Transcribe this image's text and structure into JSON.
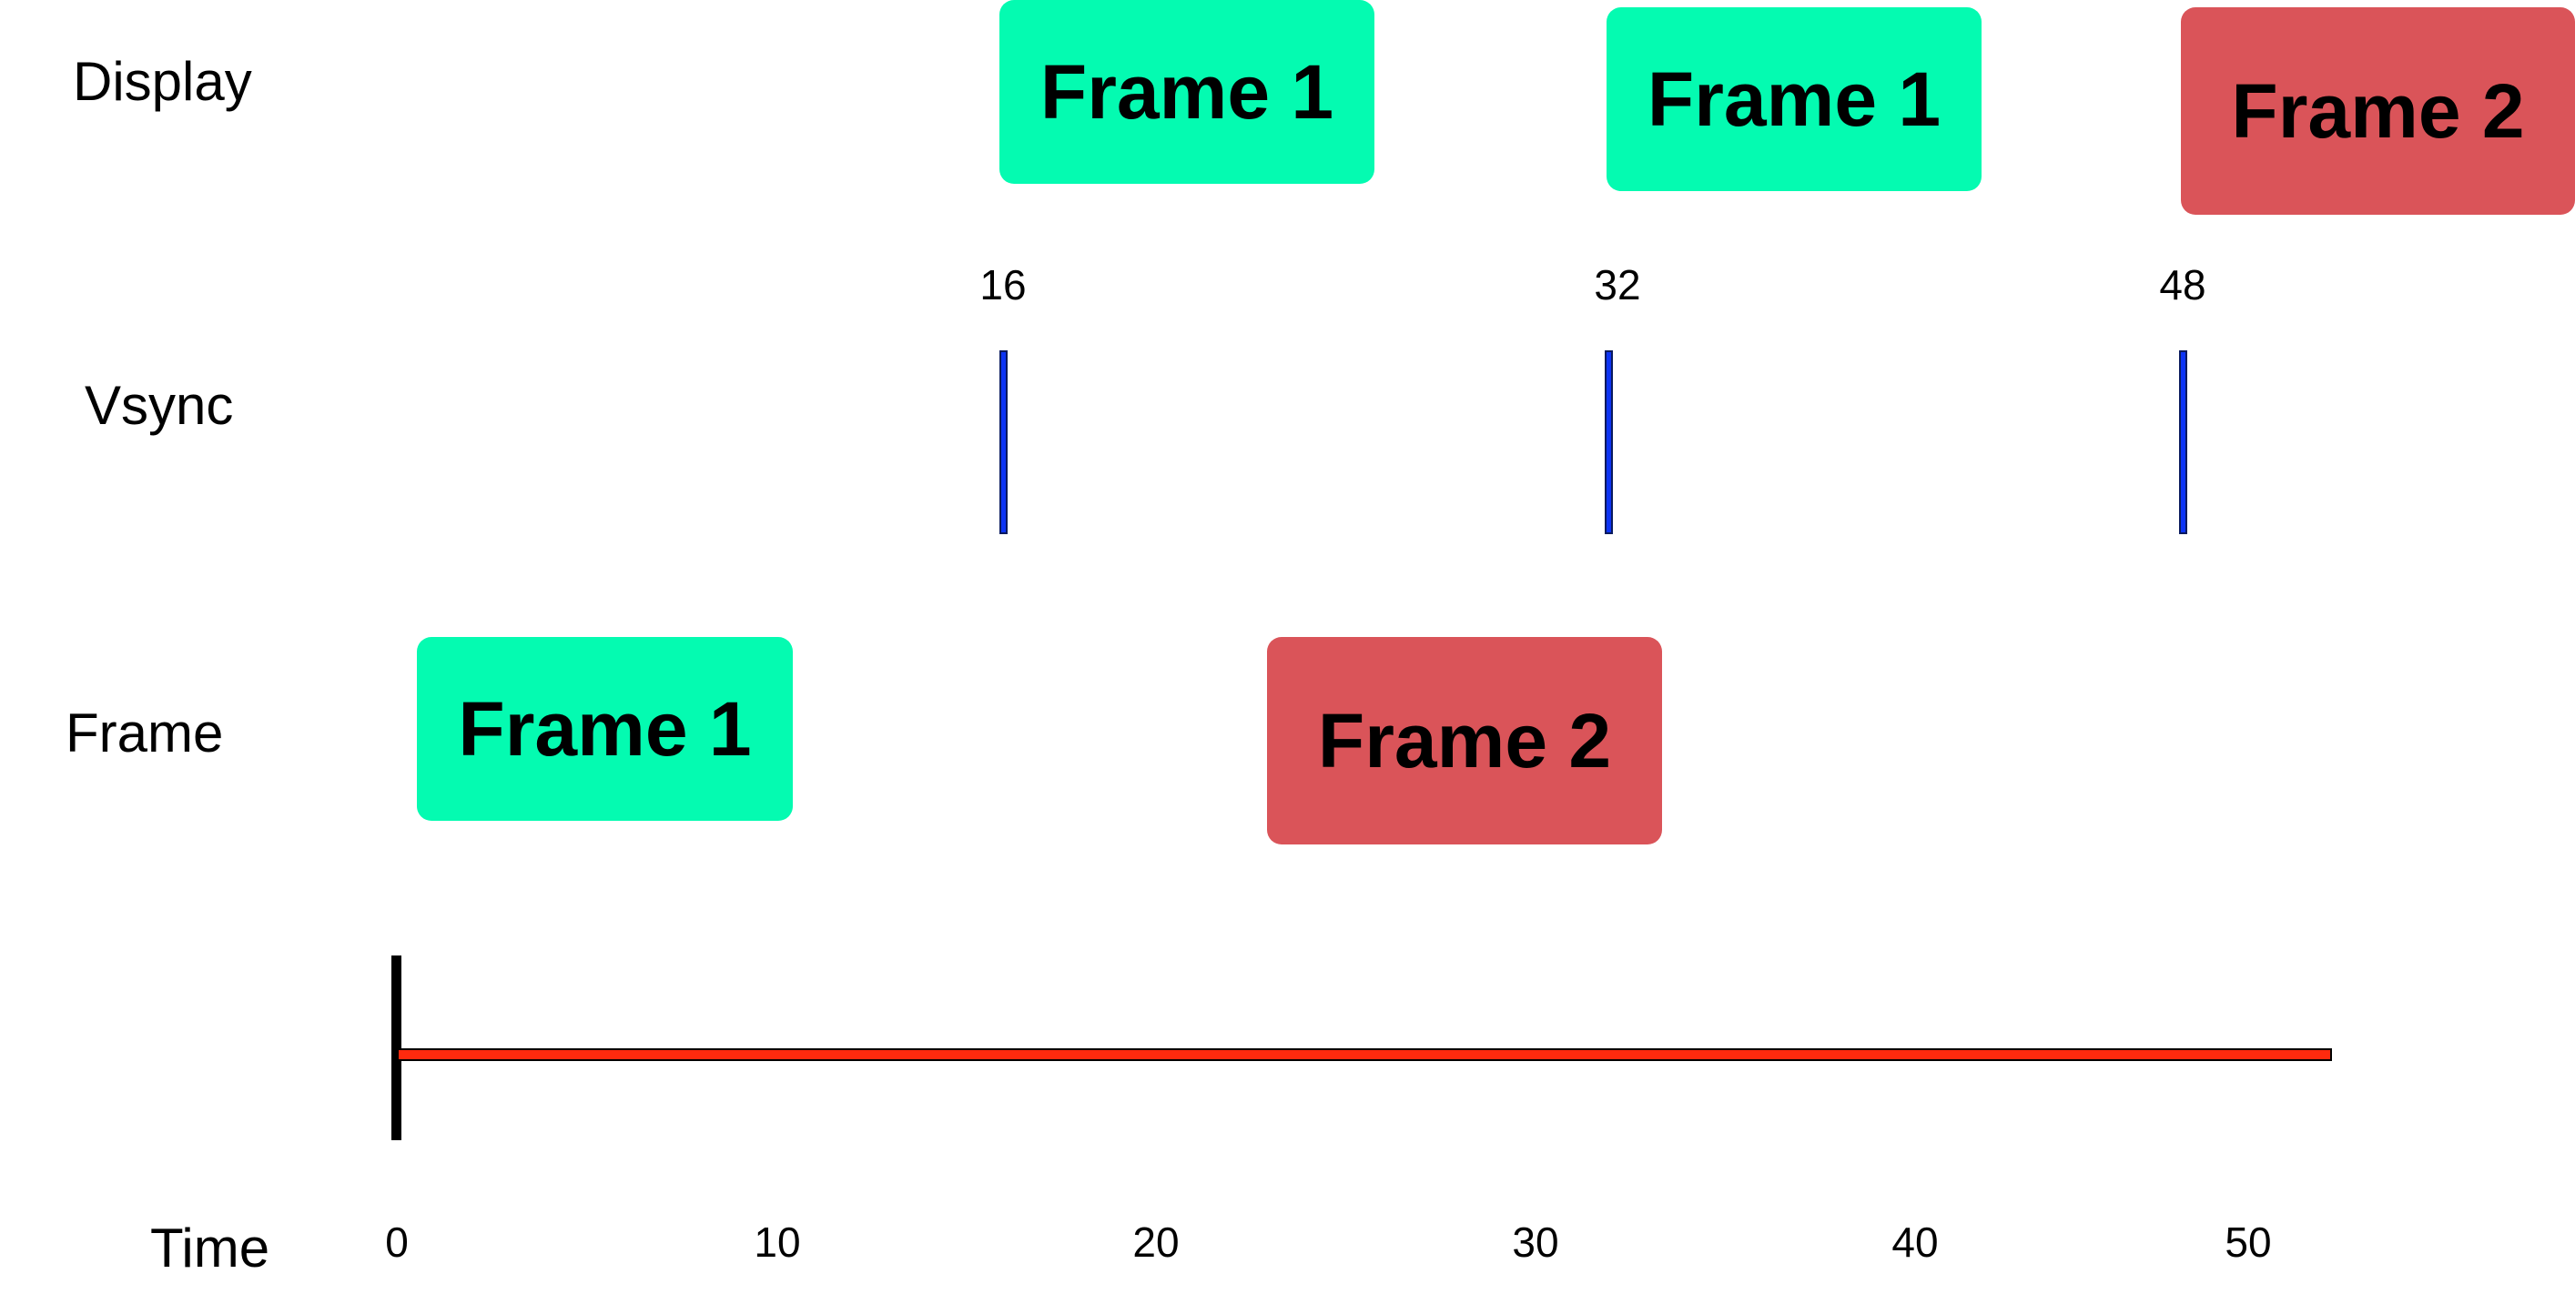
{
  "rows": {
    "display": "Display",
    "vsync": "Vsync",
    "frame": "Frame",
    "time": "Time"
  },
  "display_frames": [
    {
      "label": "Frame 1",
      "color": "#04fbb1"
    },
    {
      "label": "Frame 1",
      "color": "#04fbb1"
    },
    {
      "label": "Frame 2",
      "color": "#da5459"
    }
  ],
  "vsync_marks": [
    "16",
    "32",
    "48"
  ],
  "render_frames": [
    {
      "label": "Frame 1",
      "color": "#04fbb1"
    },
    {
      "label": "Frame 2",
      "color": "#da5459"
    }
  ],
  "time_axis": {
    "ticks": [
      "0",
      "10",
      "20",
      "30",
      "40",
      "50"
    ],
    "bar_color": "#ff2a0e",
    "vsync_color": "#0d34f5"
  }
}
